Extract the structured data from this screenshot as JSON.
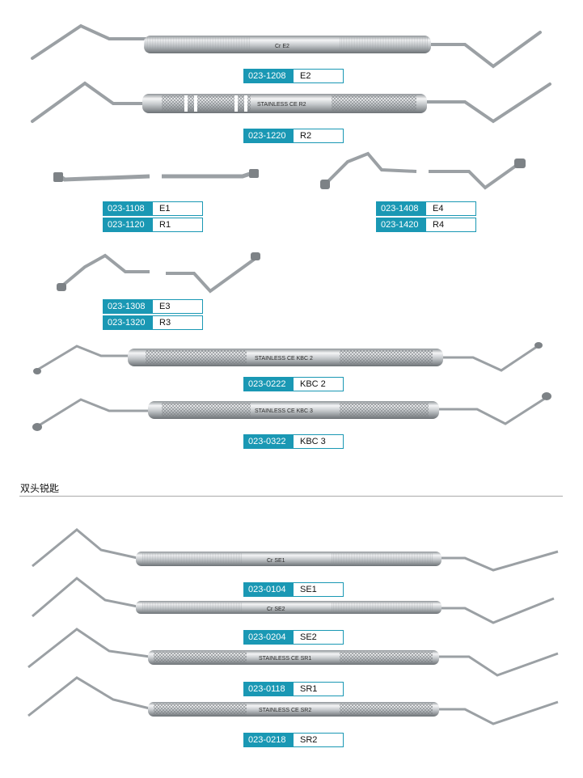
{
  "section": {
    "title": "双头锐匙"
  },
  "instruments": [
    {
      "engrave": "Cr   E2",
      "labels": [
        {
          "code": "023-1208",
          "name": "E2"
        }
      ]
    },
    {
      "engrave": "STAINLESS CE  R2",
      "labels": [
        {
          "code": "023-1220",
          "name": "R2"
        }
      ]
    },
    {
      "engrave": "",
      "labels": [
        {
          "code": "023-1108",
          "name": "E1"
        },
        {
          "code": "023-1120",
          "name": "R1"
        }
      ]
    },
    {
      "engrave": "",
      "labels": [
        {
          "code": "023-1408",
          "name": "E4"
        },
        {
          "code": "023-1420",
          "name": "R4"
        }
      ]
    },
    {
      "engrave": "",
      "labels": [
        {
          "code": "023-1308",
          "name": "E3"
        },
        {
          "code": "023-1320",
          "name": "R3"
        }
      ]
    },
    {
      "engrave": "STAINLESS CE  KBC 2",
      "labels": [
        {
          "code": "023-0222",
          "name": "KBC 2"
        }
      ]
    },
    {
      "engrave": "STAINLESS CE  KBC 3",
      "labels": [
        {
          "code": "023-0322",
          "name": "KBC 3"
        }
      ]
    },
    {
      "engrave": "Cr   SE1",
      "labels": [
        {
          "code": "023-0104",
          "name": "SE1"
        }
      ]
    },
    {
      "engrave": "Cr   SE2",
      "labels": [
        {
          "code": "023-0204",
          "name": "SE2"
        }
      ]
    },
    {
      "engrave": "STAINLESS CE  SR1",
      "labels": [
        {
          "code": "023-0118",
          "name": "SR1"
        }
      ]
    },
    {
      "engrave": "STAINLESS CE  SR2",
      "labels": [
        {
          "code": "023-0218",
          "name": "SR2"
        }
      ]
    }
  ],
  "colors": {
    "label_bg": "#1a98b4",
    "steel": "#b8bcc0"
  }
}
